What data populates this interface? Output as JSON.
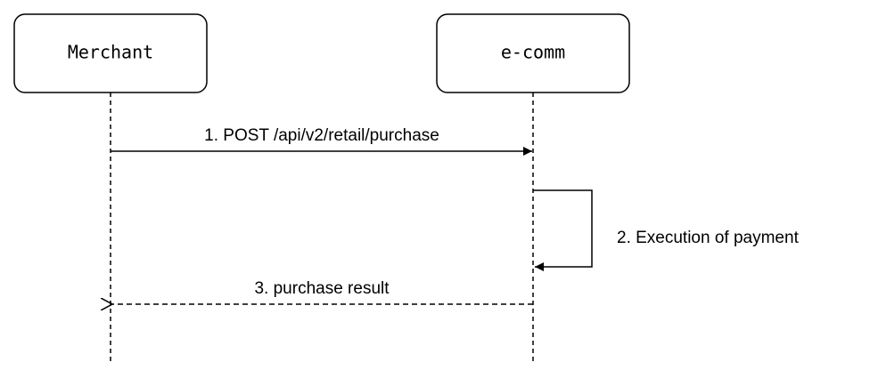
{
  "diagram": {
    "type": "sequence",
    "participants": [
      {
        "id": "merchant",
        "label": "Merchant"
      },
      {
        "id": "ecomm",
        "label": "e-comm"
      }
    ],
    "messages": [
      {
        "step": 1,
        "from": "Merchant",
        "to": "e-comm",
        "label": "1. POST /api/v2/retail/purchase",
        "style": "solid"
      },
      {
        "step": 2,
        "from": "e-comm",
        "to": "e-comm",
        "label": "2. Execution of payment",
        "style": "solid"
      },
      {
        "step": 3,
        "from": "e-comm",
        "to": "Merchant",
        "label": "3. purchase result",
        "style": "dashed"
      }
    ],
    "colors": {
      "stroke": "#000000",
      "box_fill": "#ffffff",
      "background": "#ffffff"
    }
  }
}
